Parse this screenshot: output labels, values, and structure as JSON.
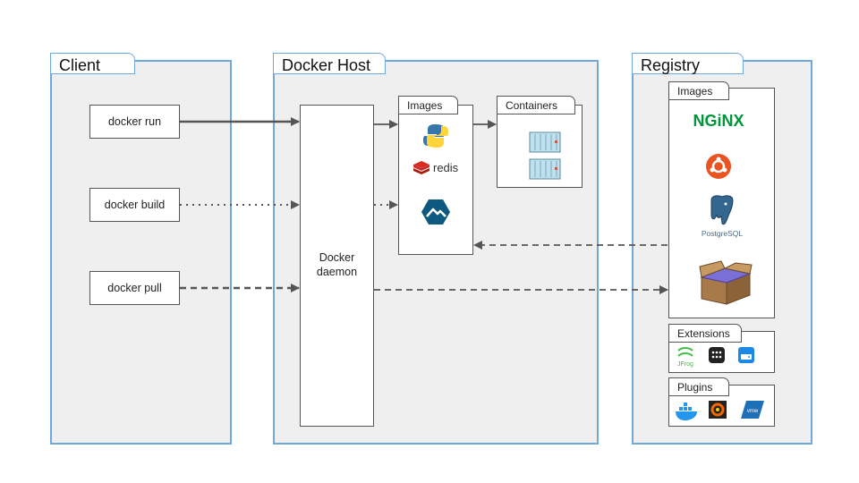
{
  "client": {
    "title": "Client",
    "commands": [
      "docker run",
      "docker build",
      "docker pull"
    ]
  },
  "host": {
    "title": "Docker Host",
    "daemon_line1": "Docker",
    "daemon_line2": "daemon",
    "images_label": "Images",
    "containers_label": "Containers",
    "redis_text": "redis"
  },
  "registry": {
    "title": "Registry",
    "images_label": "Images",
    "nginx_text": "NGiNX",
    "postgres_text": "PostgreSQL",
    "extensions_label": "Extensions",
    "jfrog_text": "JFrog",
    "plugins_label": "Plugins",
    "vmw_text": "vmw"
  },
  "colors": {
    "panel_border": "#6fa8dc",
    "panel_fill": "#efefef",
    "arrow": "#555555"
  }
}
